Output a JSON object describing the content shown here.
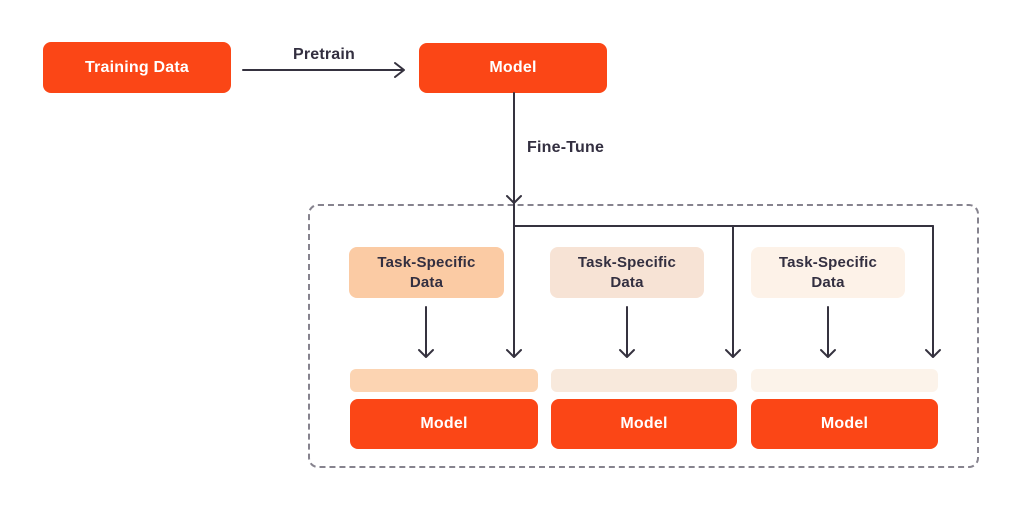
{
  "diagram": {
    "title_semantic": "Pretraining and fine-tuning workflow diagram",
    "colors": {
      "background": "#ffffff",
      "primary_orange": "#FB4616",
      "peach_strong": "#FBCBA4",
      "peach_medium": "#F7E3D5",
      "peach_light": "#FDF2E8",
      "bar_strong": "#FCD4B2",
      "bar_medium": "#F8E9DC",
      "bar_light": "#FCF3EA",
      "text_dark": "#332F40",
      "text_light": "#FFFFFF",
      "line_dark": "#35323F",
      "dashed_border": "#86838E"
    },
    "top": {
      "training_data_label": "Training Data",
      "pretrain_label": "Pretrain",
      "model_label": "Model",
      "finetune_label": "Fine-Tune"
    },
    "columns": [
      {
        "task_data_label": "Task-Specific\nData",
        "model_label": "Model"
      },
      {
        "task_data_label": "Task-Specific\nData",
        "model_label": "Model"
      },
      {
        "task_data_label": "Task-Specific\nData",
        "model_label": "Model"
      }
    ]
  }
}
